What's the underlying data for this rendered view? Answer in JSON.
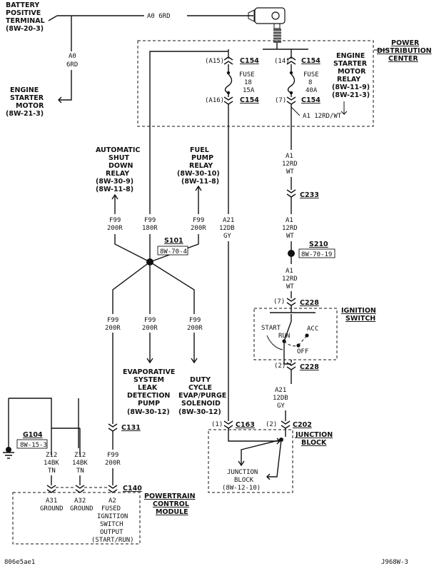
{
  "battery": {
    "line1": "BATTERY",
    "line2": "POSITIVE",
    "line3": "TERMINAL",
    "line4": "(8W-20-3)"
  },
  "starter": {
    "line1": "ENGINE",
    "line2": "STARTER",
    "line3": "MOTOR",
    "line4": "(8W-21-3)"
  },
  "wire_a0_top": "A0  6RD",
  "wire_a0_side": {
    "l1": "A0",
    "l2": "6RD"
  },
  "pdc": {
    "line1": "POWER",
    "line2": "DISTRIBUTION",
    "line3": "CENTER"
  },
  "relay": {
    "l1": "ENGINE",
    "l2": "STARTER",
    "l3": "MOTOR",
    "l4": "RELAY",
    "l5": "(8W-11-9)",
    "l6": "(8W-21-3)"
  },
  "c154": "C154",
  "pin_a15": "(A15)",
  "pin_a16": "(A16)",
  "pin_14": "(14)",
  "pin_7": "(7)",
  "fuse18": {
    "l1": "FUSE",
    "l2": "18",
    "l3": "15A"
  },
  "fuse8": {
    "l1": "FUSE",
    "l2": "8",
    "l3": "40A"
  },
  "a1_label": "A1  12RD/WT",
  "asd": {
    "l1": "AUTOMATIC",
    "l2": "SHUT",
    "l3": "DOWN",
    "l4": "RELAY",
    "l5": "(8W-30-9)",
    "l6": "(8W-11-8)"
  },
  "fpr": {
    "l1": "FUEL",
    "l2": "PUMP",
    "l3": "RELAY",
    "l4": "(8W-30-10)",
    "l5": "(8W-11-8)"
  },
  "f99": "F99",
  "r200": "200R",
  "r180": "180R",
  "a21": "A21",
  "gy12": "12DB",
  "gy": "GY",
  "a1": "A1",
  "rd12": "12RD",
  "wt": "WT",
  "s101": "S101",
  "s101_ref": "8W-70-4",
  "s210": "S210",
  "s210_ref": "8W-70-19",
  "c233": "C233",
  "c228": "C228",
  "pin7": "(7)",
  "pin2": "(2)",
  "pin1": "(1)",
  "ign": {
    "l1": "IGNITION",
    "l2": "SWITCH",
    "start": "START",
    "run": "RUN",
    "acc": "ACC",
    "off": "OFF"
  },
  "evap": {
    "l1": "EVAPORATIVE",
    "l2": "SYSTEM",
    "l3": "LEAK",
    "l4": "DETECTION",
    "l5": "PUMP",
    "l6": "(8W-30-12)"
  },
  "duty": {
    "l1": "DUTY",
    "l2": "CYCLE",
    "l3": "EVAP/PURGE",
    "l4": "SOLENOID",
    "l5": "(8W-30-12)"
  },
  "c131": "C131",
  "c163": "C163",
  "c202": "C202",
  "c140": "C140",
  "jb": {
    "l1": "JUNCTION",
    "l2": "BLOCK",
    "inner1": "JUNCTION",
    "inner2": "BLOCK",
    "inner3": "(8W-12-10)"
  },
  "g104": "G104",
  "g104_ref": "8W-15-3",
  "z12": "Z12",
  "bk14": "14BK",
  "tn": "TN",
  "pcm": {
    "l1": "POWERTRAIN",
    "l2": "CONTROL",
    "l3": "MODULE"
  },
  "pcm_pins": {
    "a31": "A31",
    "a32": "A32",
    "a2": "A2",
    "ground": "GROUND",
    "f1": "FUSED",
    "f2": "IGNITION",
    "f3": "SWITCH",
    "f4": "OUTPUT",
    "f5": "(START/RUN)"
  },
  "footer_left": "806e5ae1",
  "footer_right": "J968W-3"
}
